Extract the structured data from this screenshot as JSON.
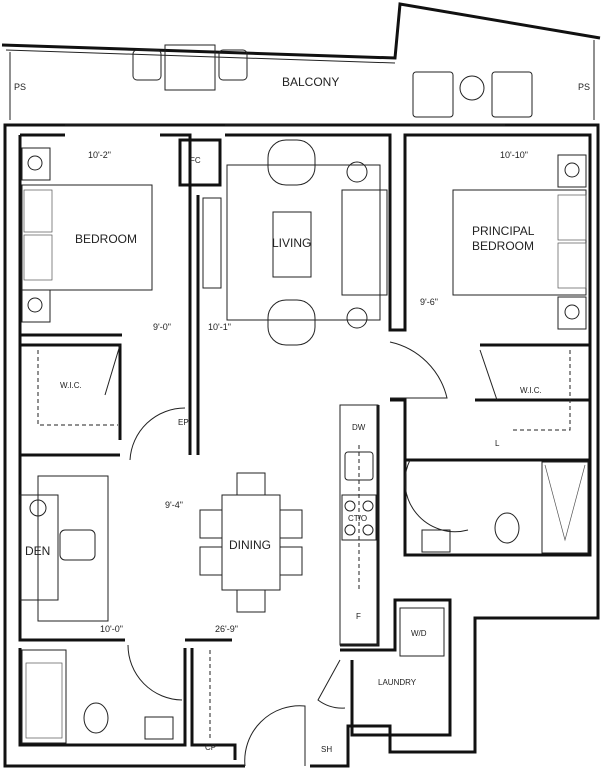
{
  "rooms": {
    "balcony": "BALCONY",
    "bedroom": "BEDROOM",
    "living": "LIVING",
    "principal_bedroom_line1": "PRINCIPAL",
    "principal_bedroom_line2": "BEDROOM",
    "den": "DEN",
    "dining": "DINING",
    "laundry": "LAUNDRY",
    "wic_left": "W.I.C.",
    "wic_right": "W.I.C."
  },
  "fixtures": {
    "ps_left": "PS",
    "ps_right": "PS",
    "fc": "FC",
    "ep": "EP",
    "dw": "DW",
    "cto": "CT/O",
    "f": "F",
    "wd": "W/D",
    "cp": "CP",
    "sh": "SH",
    "l": "L"
  },
  "dimensions": {
    "bedroom_width": "10'-2\"",
    "bedroom_depth": "9'-0\"",
    "living_width": "10'-1\"",
    "principal_width": "10'-10\"",
    "principal_depth": "9'-6\"",
    "dining_width": "9'-4\"",
    "den_width": "10'-0\"",
    "overall_depth": "26'-9\""
  }
}
